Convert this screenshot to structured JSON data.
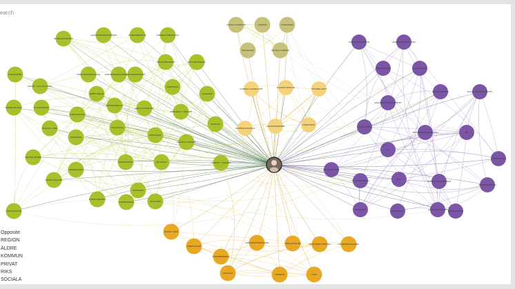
{
  "search": {
    "label": "earch"
  },
  "legend": {
    "items": [
      {
        "label": "Opposite"
      },
      {
        "label": "REGION"
      },
      {
        "label": "ÄLDRE"
      },
      {
        "label": "KOMMUN"
      },
      {
        "label": "PRIVAT"
      },
      {
        "label": "RIKS"
      },
      {
        "label": "SOCIALA"
      }
    ]
  },
  "colors": {
    "green": "#a9c02b",
    "purple": "#7b55a6",
    "yellow_light": "#f4d27a",
    "orange": "#e9a823",
    "khaki": "#c7c27a",
    "edge_green": "#c9d36d",
    "edge_purple": "#a48fc6",
    "edge_dark": "#3d6b43",
    "edge_orange": "#edc46a"
  },
  "center": {
    "icon": "profile-photo-icon"
  },
  "groups": {
    "green": [
      "RIKSDAGSTIDNING",
      "LANDSTINGSPOLITIKERNA",
      "KOMMUNPOLITIK",
      "SVENSKT NÄRINGSLIV",
      "STATSRÅDET",
      "HÄLSO- OCH SJUKVÅRD",
      "FÖRSÄKRINGSKASSAN",
      "PROFESSIONSFÖRBUNDEN",
      "LÄKARFÖRBUNDET",
      "VÅRDFÖRBUNDET",
      "REGIONLEDNING",
      "KOMMUNALRÅD",
      "STATLIGA VERK",
      "ÄLDREOMSORG",
      "OMSORGSBOLAG",
      "SOCIALSTYRELSEN",
      "PERSONAL I VÅRDEN",
      "TANDVÅRD",
      "FOLKHÄLSA",
      "HEMTJÄNST",
      "SÄRSKILT BOENDE",
      "SJUKHUS",
      "REGION SKÅNE",
      "PRIMÄRVÅRD",
      "PSYKIATRI",
      "LÄNSSTYRELSER",
      "FUNKTIONSRÄTT",
      "KOMMUNERNA",
      "SKOLVÅRD",
      "ANHÖRIGSTÖD",
      "DEMENSVÅRD",
      "LOGGBOK",
      "SOCIALTJÄNST",
      "LÄNSTRAFIK",
      "ARBETSMILJÖ",
      "CHEFER I VÅRDEN",
      "PATIENTER"
    ],
    "purple": [
      "RIKSORGANISATION",
      "VÅRDFÖRBUNDET RIKS",
      "PENSIONÄRER",
      "FOLKPARTIET",
      "NÄRINGSDEPARTEMENTET",
      "ÄLDREMINISTER",
      "SOCIALDEPARTEMENTET",
      "RIKSDAGEN",
      "FINANSDEPARTEMENTET",
      "SKL",
      "IVO",
      "FÖRENINGAR",
      "SPF SENIORERNA",
      "PRO",
      "SVERIGES KOMMUNER",
      "RIKSREVISIONEN",
      "BOVERKET",
      "FORSKNING",
      "SOCIALUTSKOTTET",
      "DELEGATIONEN",
      "INSPEKTIONEN"
    ],
    "yellow_light": [
      "SVENSKA DAGBLADET",
      "DAGENS MEDICIN",
      "AFTONBLADET",
      "LÄKARTIDNINGEN",
      "VÅRDFOKUS",
      "KOMMUNAKTUELLT"
    ],
    "orange": [
      "PRIVAT VÅRD",
      "FÖRETAGARE",
      "ÄLDREBOENDEN",
      "OMSORGSFÖRETAGEN",
      "FAMILJELÄKARE",
      "HEMTJÄNSTFÖRETAG",
      "VÅRDFÖRETAGARNA",
      "ATTENDO",
      "CARE",
      "VARDAGA"
    ],
    "khaki": [
      "SAMHÄLLSDEBATT",
      "OPINION",
      "FORSKNING",
      "REDAKTION",
      "SOCIALA MEDIER"
    ]
  }
}
